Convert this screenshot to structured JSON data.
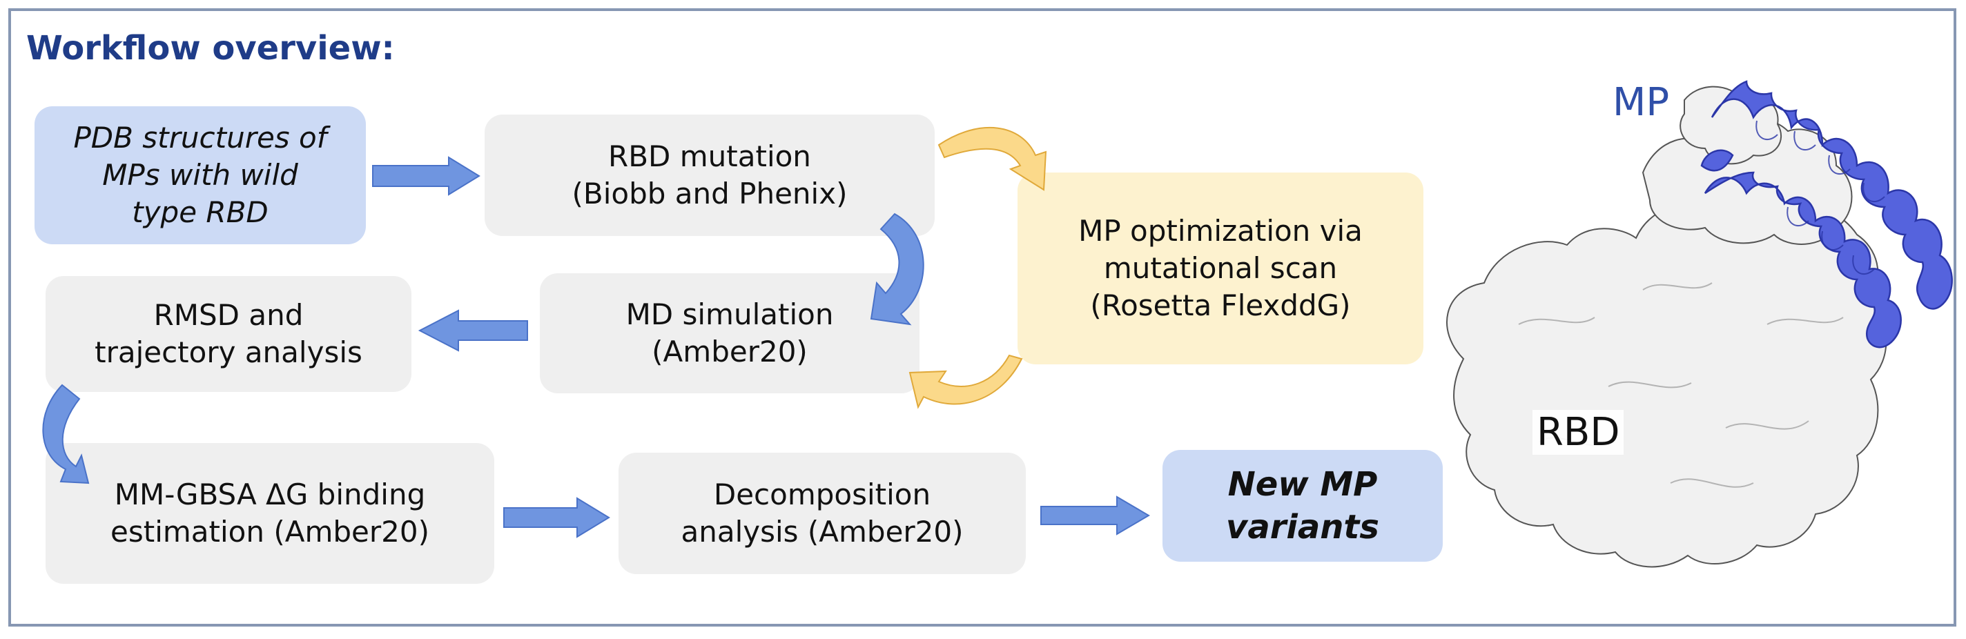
{
  "title": "Workflow overview:",
  "boxes": {
    "pdb": "PDB structures of\nMPs with wild\ntype RBD",
    "rbd_mutation": "RBD mutation\n(Biobb and Phenix)",
    "md_simulation": "MD simulation\n(Amber20)",
    "rmsd": "RMSD and\ntrajectory analysis",
    "mmgbsa": "MM-GBSA ΔG binding\nestimation (Amber20)",
    "decomposition": "Decomposition\nanalysis (Amber20)",
    "new_variants": "New MP\nvariants",
    "mp_optimization": "MP optimization via\nmutational scan\n(Rosetta FlexddG)"
  },
  "structure_labels": {
    "mp": "MP",
    "rbd": "RBD"
  },
  "colors": {
    "title": "#1f3c88",
    "box_grey": "#efefef",
    "box_blue": "#ccdaf5",
    "box_yellow": "#fdf2cf",
    "arrow_blue": "#6f95e0",
    "arrow_yellow": "#fbd98a",
    "helix": "#5563dd",
    "surface": "#f0f0f0",
    "frame": "#8797b3"
  }
}
